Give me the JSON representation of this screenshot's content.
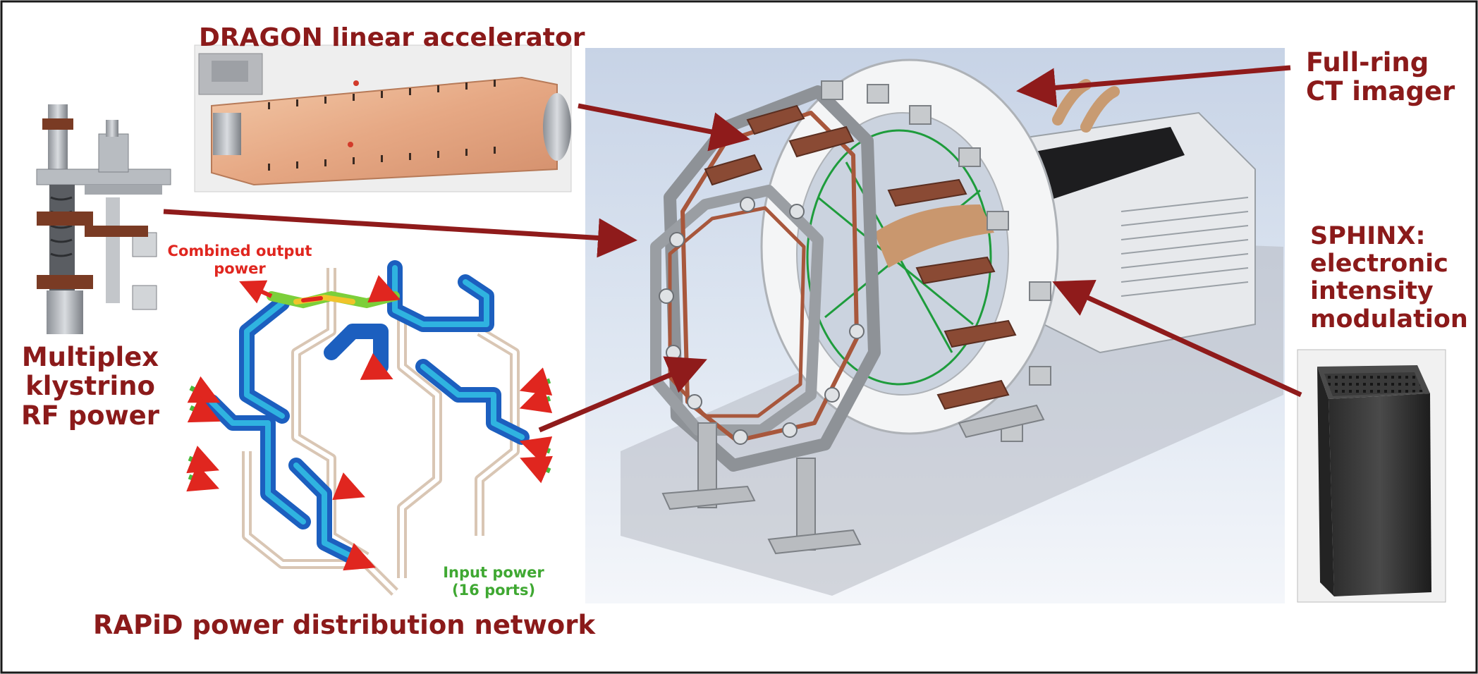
{
  "labels": {
    "dragon": "DRAGON linear accelerator",
    "full_ring": [
      "Full-ring",
      "CT imager"
    ],
    "multiplex": [
      "Multiplex",
      "klystrino",
      "RF power"
    ],
    "sphinx": [
      "SPHINX:",
      "electronic",
      "intensity",
      "modulation"
    ],
    "combined_output": [
      "Combined output",
      "power"
    ],
    "input_power": [
      "Input power",
      "(16 ports)"
    ],
    "rapid": "RAPiD power distribution network"
  },
  "colors": {
    "label_dark_red": "#8b1a1a",
    "arrow": "#8f1b1b",
    "combined_output_red": "#e0261f",
    "input_power_green": "#3fa832",
    "frame": "#1a1a1a"
  }
}
